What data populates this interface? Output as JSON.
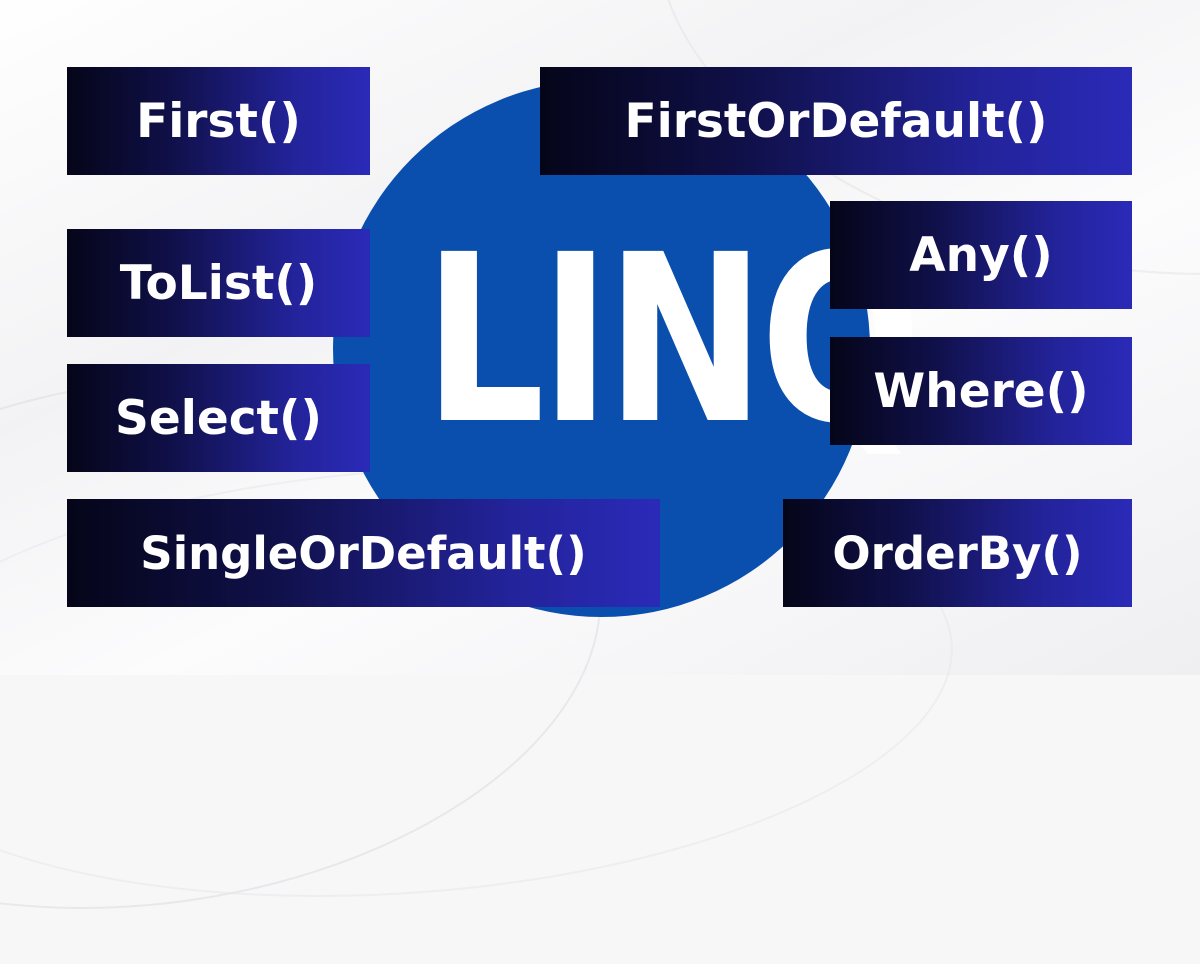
{
  "title": "LINQ",
  "methods": {
    "first": "First()",
    "first_or_default": "FirstOrDefault()",
    "to_list": "ToList()",
    "any": "Any()",
    "select": "Select()",
    "where": "Where()",
    "single_or_default": "SingleOrDefault()",
    "order_by": "OrderBy()"
  },
  "colors": {
    "circle": "#0a4fae",
    "tag_start": "#050519",
    "tag_end": "#2a2ab8",
    "text": "#ffffff",
    "background": "#f7f7f8"
  }
}
